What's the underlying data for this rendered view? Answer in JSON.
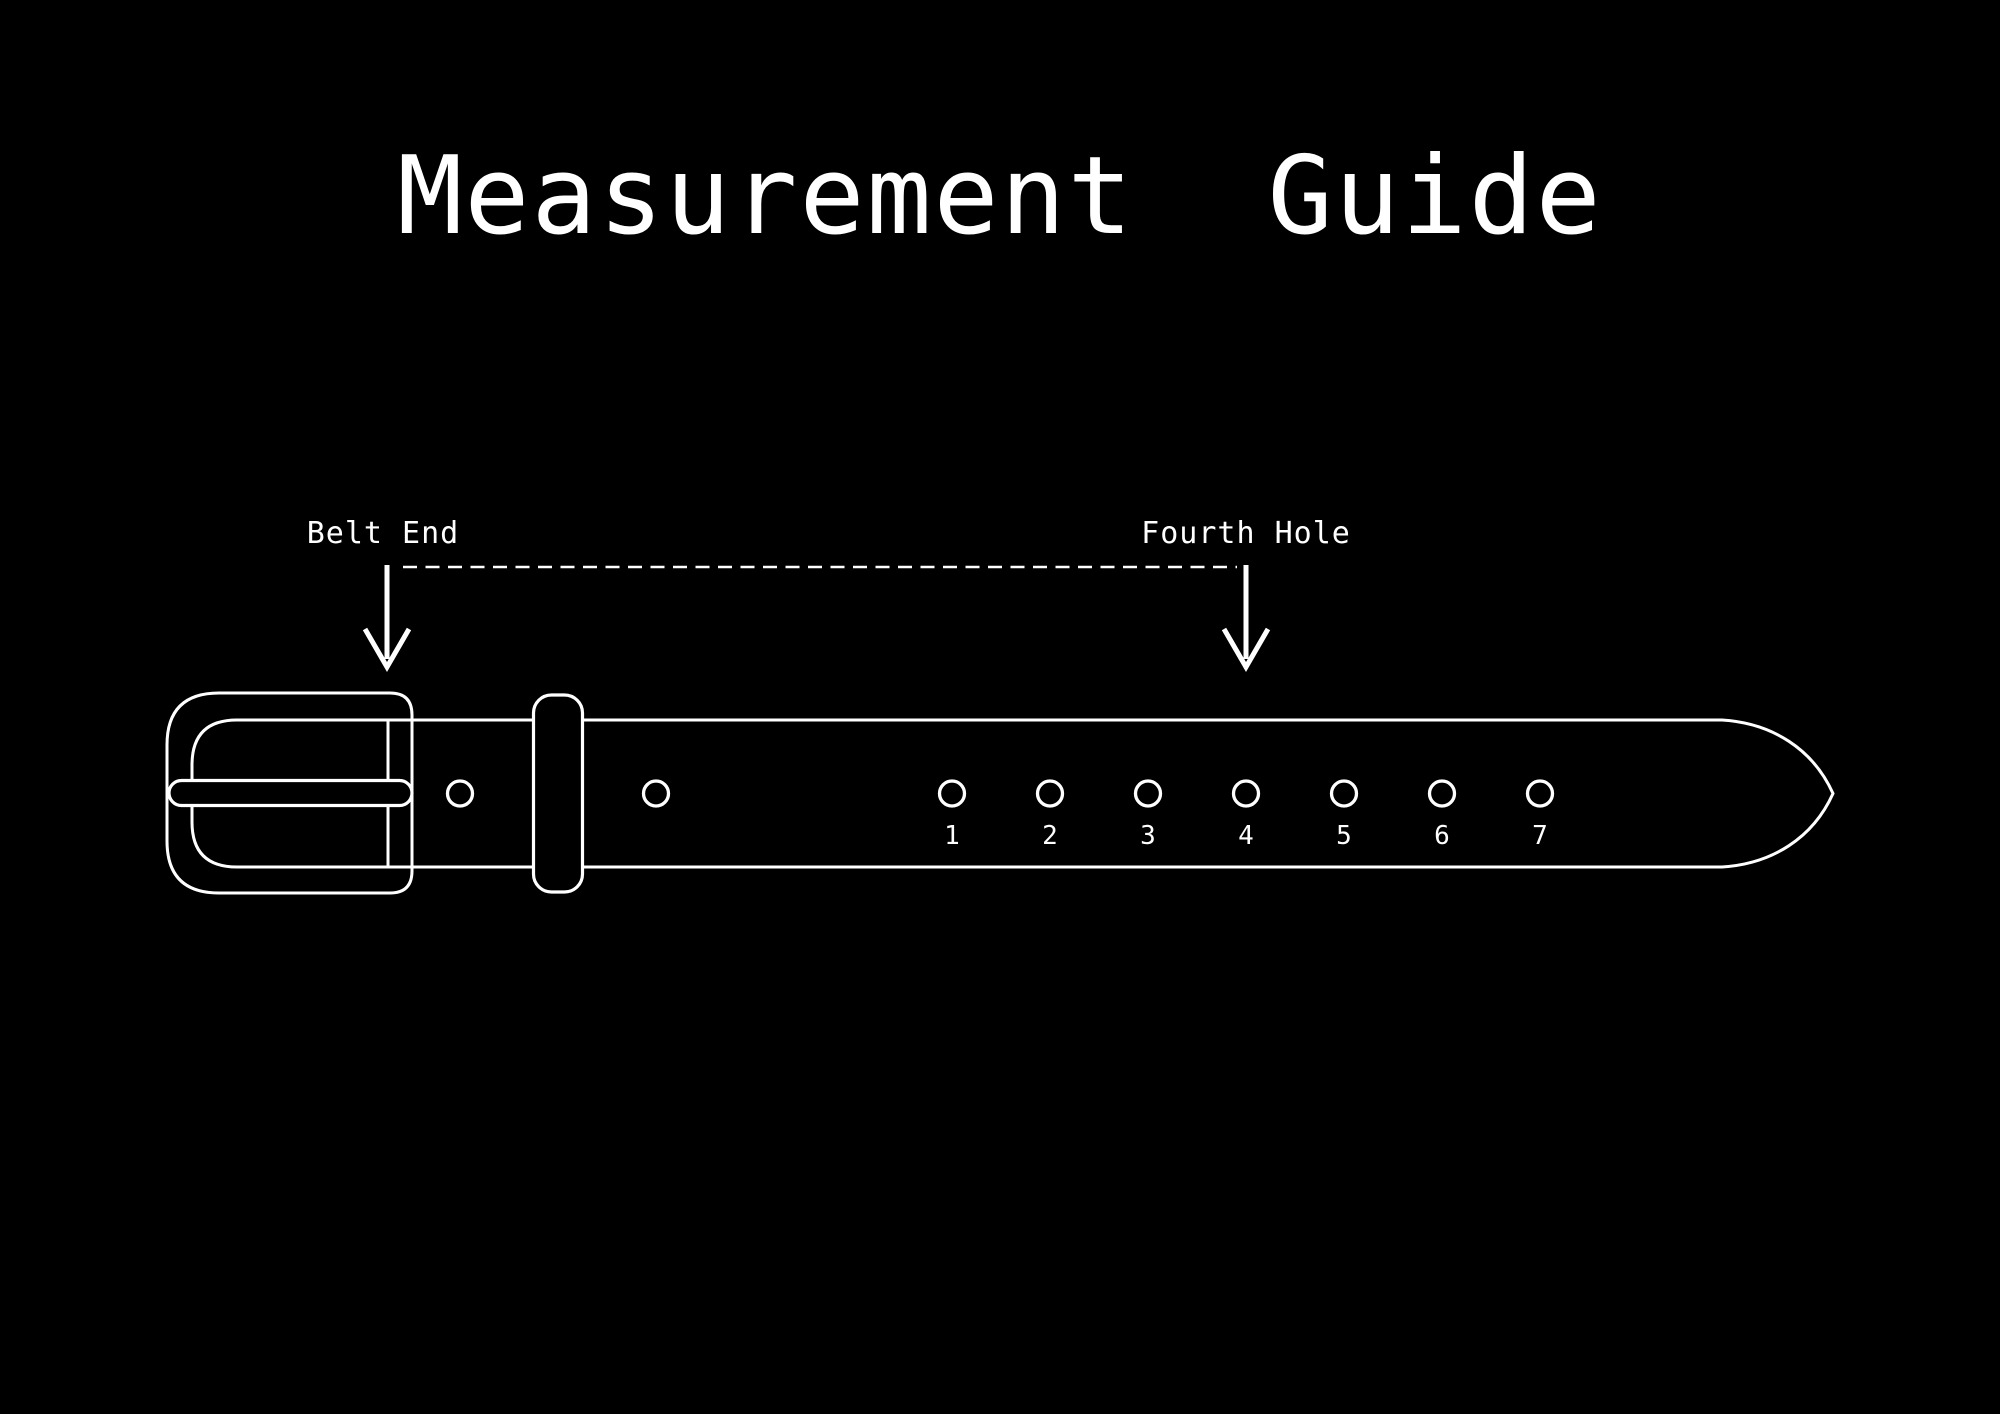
{
  "page": {
    "background_color": "#000000",
    "line_color": "#ffffff"
  },
  "title": {
    "text": "Measurement Guide"
  },
  "annotations": {
    "belt_end_label": "Belt End",
    "fourth_hole_label": "Fourth Hole"
  },
  "belt": {
    "hole_numbers": [
      "1",
      "2",
      "3",
      "4",
      "5",
      "6",
      "7"
    ]
  }
}
